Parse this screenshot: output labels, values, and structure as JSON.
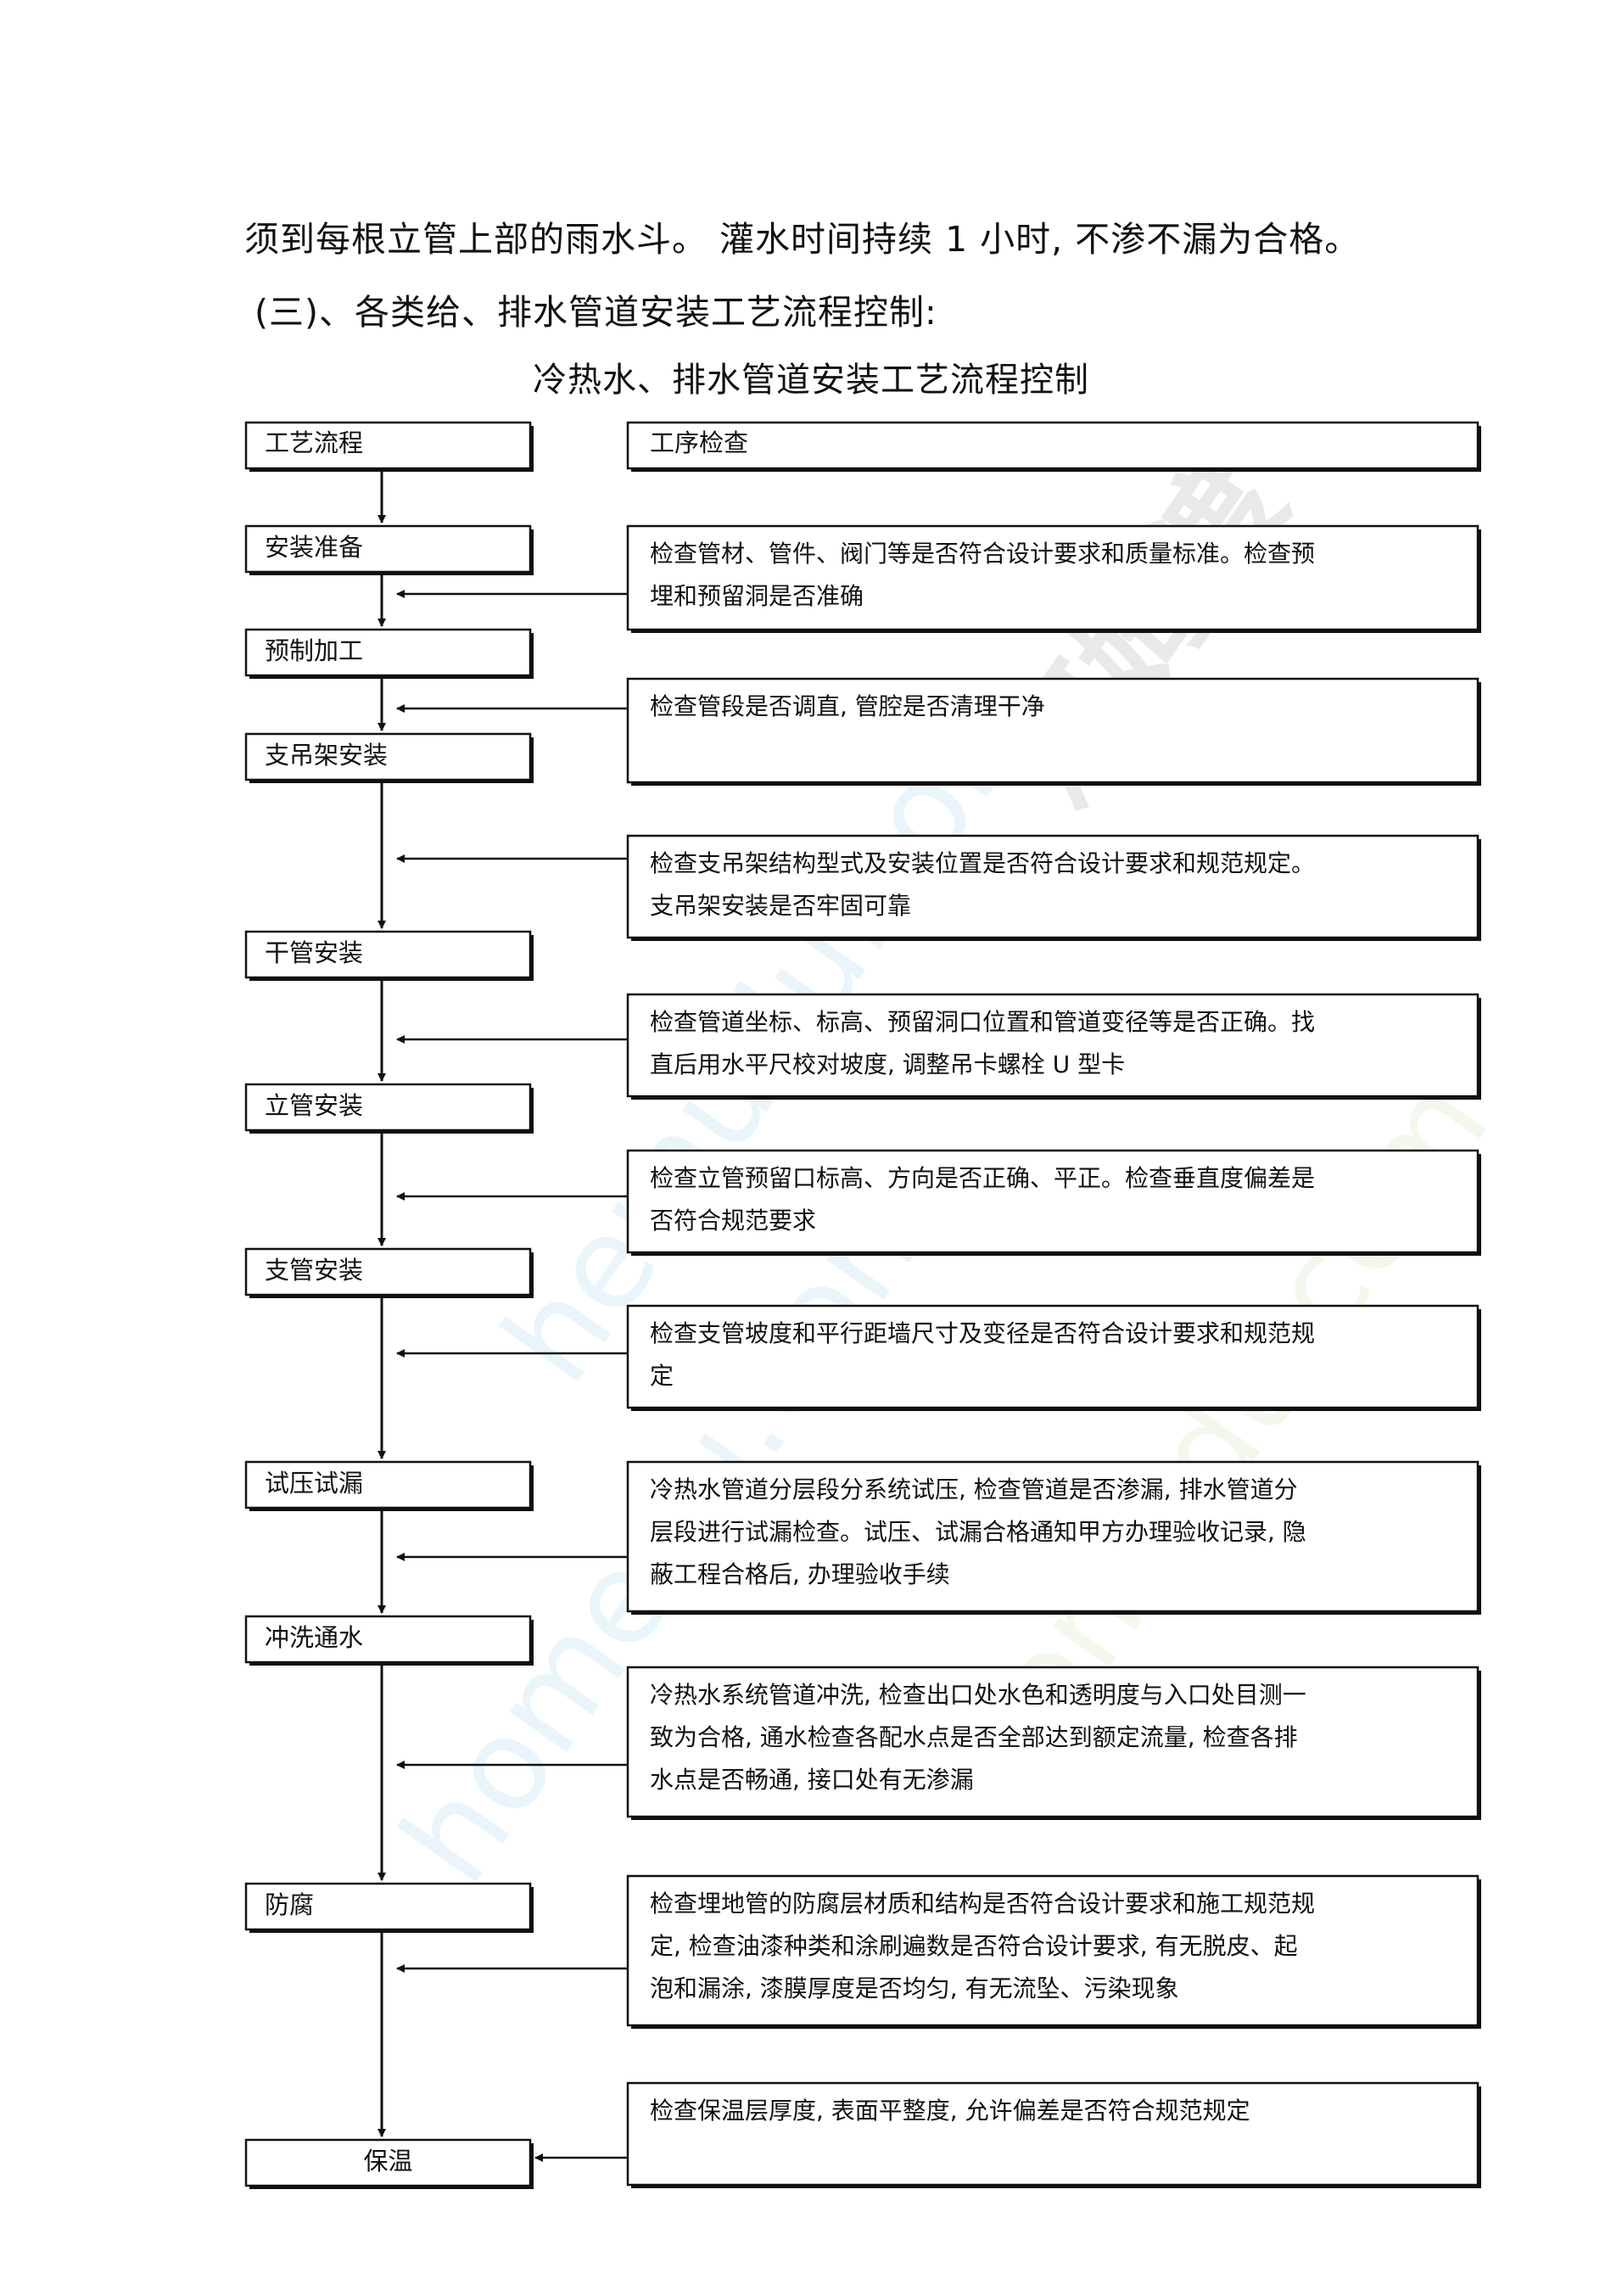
{
  "paragraphs": {
    "line1": "须到每根立管上部的雨水斗。  灌水时间持续  1 小时, 不渗不漏为合格。",
    "line2": "(三)、各类给、排水管道安装工艺流程控制:"
  },
  "diagram": {
    "title": "冷热水、排水管道安装工艺流程控制",
    "header_left": "工艺流程",
    "header_right": "工序检查",
    "steps": [
      "安装准备",
      "预制加工",
      "支吊架安装",
      "干管安装",
      "立管安装",
      "支管安装",
      "试压试漏",
      "冲洗通水",
      "防腐",
      "保温"
    ],
    "checks": [
      [
        "检查管材、管件、阀门等是否符合设计要求和质量标准。检查预",
        "埋和预留洞是否准确"
      ],
      [
        "检查管段是否调直, 管腔是否清理干净"
      ],
      [
        "检查支吊架结构型式及安装位置是否符合设计要求和规范规定。",
        "支吊架安装是否牢固可靠"
      ],
      [
        "检查管道坐标、标高、预留洞口位置和管道变径等是否正确。找",
        "直后用水平尺校对坡度, 调整吊卡螺栓        U  型卡"
      ],
      [
        "检查立管预留口标高、方向是否正确、平正。检查垂直度偏差是",
        "否符合规范要求"
      ],
      [
        "检查支管坡度和平行距墙尺寸及变径是否符合设计要求和规范规",
        "定"
      ],
      [
        "冷热水管道分层段分系统试压, 检查管道是否渗漏, 排水管道分",
        "层段进行试漏检查。试压、试漏合格通知甲方办理验收记录, 隐",
        "蔽工程合格后, 办理验收手续"
      ],
      [
        "冷热水系统管道冲洗, 检查出口处水色和透明度与入口处目测一",
        "致为合格, 通水检查各配水点是否全部达到额定流量, 检查各排",
        "水点是否畅通, 接口处有无渗漏"
      ],
      [
        "检查埋地管的防腐层材质和结构是否符合设计要求和施工规范规",
        "定, 检查油漆种类和涂刷遍数是否符合设计要求, 有无脱皮、起",
        "泡和漏涂, 漆膜厚度是否均匀, 有无流坠、污染现象"
      ],
      [
        "检查保温层厚度, 表面平整度, 允许偏差是否符合规范规定"
      ]
    ]
  },
  "watermarks": {
    "brand_cn": "河姆渡",
    "brand_en": "hemudu.com",
    "brand_en_2": "hemudu.com",
    "brand_en_3": "homedu.com"
  },
  "colors": {
    "line": "#111111",
    "watermark_blue": "#4fb3d9",
    "watermark_green": "#9ed36a",
    "watermark_gray": "#555555"
  }
}
